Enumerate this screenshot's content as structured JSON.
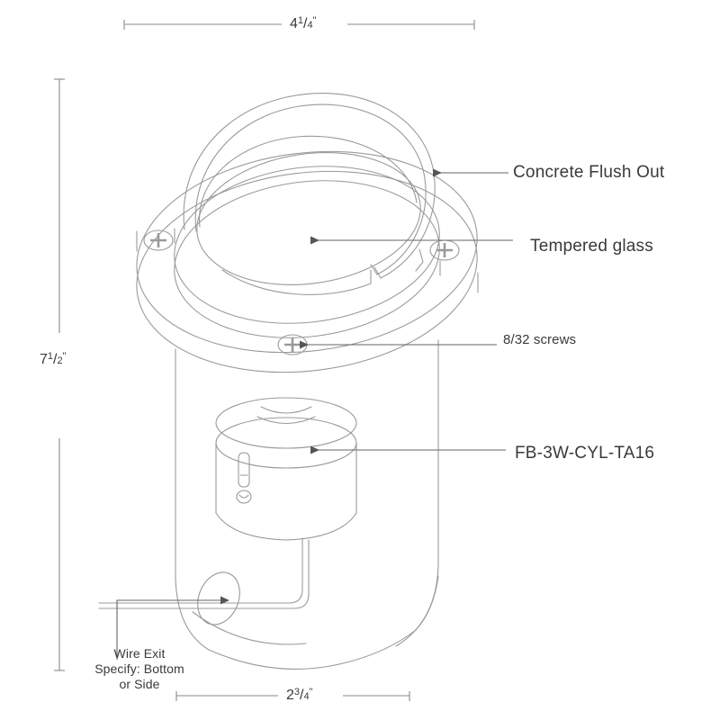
{
  "drawing": {
    "title": "In-Grade Well Light Assembly Technical Drawing",
    "line_color": "#9a9a9a",
    "line_color_dark": "#6e6e6e",
    "text_color": "#3a3a3a",
    "background": "#ffffff"
  },
  "dimensions": {
    "width_top": {
      "whole": "4",
      "numerator": "1",
      "denominator": "4",
      "unit": "\"",
      "full": "4 1/4\""
    },
    "height_left": {
      "whole": "7",
      "numerator": "1",
      "denominator": "2",
      "unit": "\"",
      "full": "7 1/2\""
    },
    "width_bottom": {
      "whole": "2",
      "numerator": "3",
      "denominator": "4",
      "unit": "\"",
      "full": "2 3/4\""
    }
  },
  "callouts": {
    "concrete_flush_out": "Concrete Flush Out",
    "tempered_glass": "Tempered glass",
    "screws": "8/32 screws",
    "model": "FB-3W-CYL-TA16"
  },
  "wire_exit": {
    "line1": "Wire Exit",
    "line2": "Specify: Bottom",
    "line3": "or Side"
  }
}
